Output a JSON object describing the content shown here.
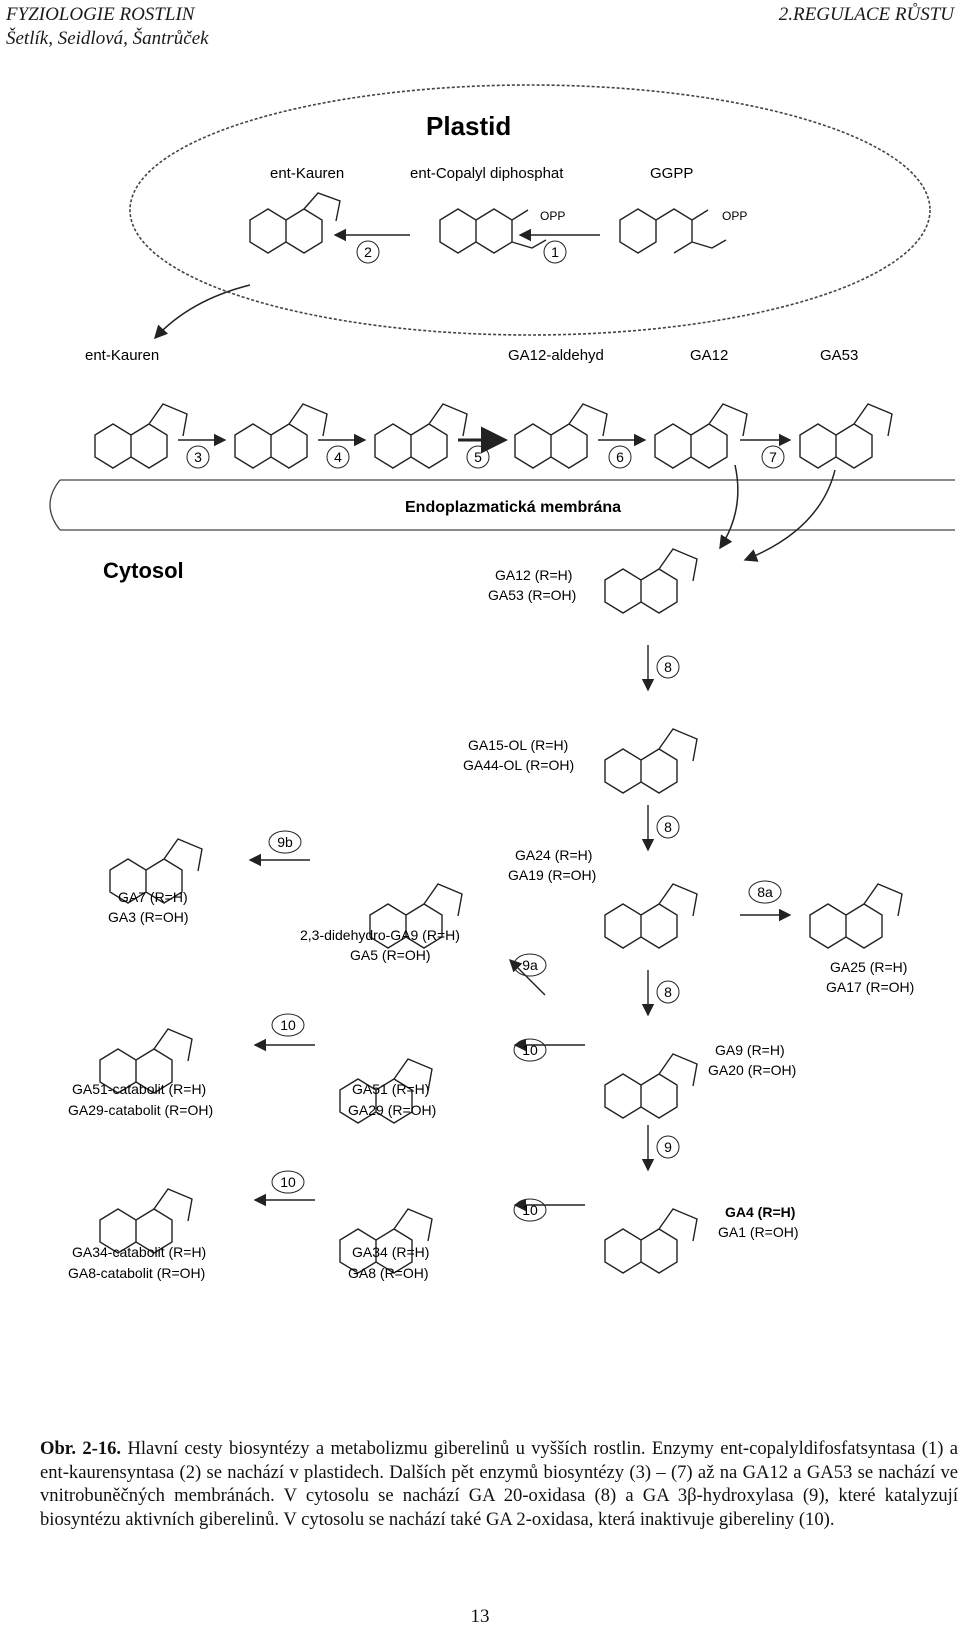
{
  "header": {
    "left_line1": "FYZIOLOGIE ROSTLIN",
    "left_line2": "Šetlík, Seidlová, Šantrůček",
    "right": "2.REGULACE RŮSTU"
  },
  "figure": {
    "plastid_label": "Plastid",
    "ent_kauren_plastid": "ent-Kauren",
    "ent_copalyl": "ent-Copalyl diphosphat",
    "ggpp": "GGPP",
    "opp": "OPP",
    "ent_kauren": "ent-Kauren",
    "ga12_aldehyd": "GA12-aldehyd",
    "ga12": "GA12",
    "ga53": "GA53",
    "membrane_label": "Endoplazmatická membrána",
    "cytosol_label": "Cytosol",
    "enzymes": [
      "1",
      "2",
      "3",
      "4",
      "5",
      "6",
      "7",
      "8",
      "8",
      "8",
      "8a",
      "9",
      "9a",
      "9b",
      "10",
      "10",
      "10",
      "10"
    ],
    "labels": {
      "ga12_r_h": "GA12 (R=H)",
      "ga53_r_oh": "GA53 (R=OH)",
      "ga15_ol": "GA15-OL (R=H)",
      "ga44_ol": "GA44-OL (R=OH)",
      "ga24": "GA24 (R=H)",
      "ga19": "GA19 (R=OH)",
      "ga25": "GA25 (R=H)",
      "ga17": "GA17 (R=OH)",
      "ga9": "GA9 (R=H)",
      "ga20": "GA20 (R=OH)",
      "ga4": "GA4 (R=H)",
      "ga1": "GA1 (R=OH)",
      "ga7": "GA7 (R=H)",
      "ga3": "GA3 (R=OH)",
      "didehydro": "2,3-didehydro-GA9 (R=H)",
      "ga5": "GA5 (R=OH)",
      "ga51_cat": "GA51-catabolit (R=H)",
      "ga29_cat": "GA29-catabolit (R=OH)",
      "ga51": "GA51 (R=H)",
      "ga29": "GA29 (R=OH)",
      "ga34_cat": "GA34-catabolit (R=H)",
      "ga8_cat": "GA8-catabolit (R=OH)",
      "ga34": "GA34 (R=H)",
      "ga8": "GA8 (R=OH)"
    }
  },
  "caption": {
    "lead": "Obr. 2-16.",
    "text": "Hlavní cesty biosyntézy a metabolizmu giberelinů u vyšších rostlin. Enzymy ent-copalyldifosfatsyntasa (1) a ent-kaurensyntasa (2) se nachází v plastidech. Dalších pět enzymů biosyntézy (3) – (7) až na GA12 a GA53 se nachází ve vnitrobuněčných membránách. V cytosolu se nachází GA 20-oxidasa (8) a GA 3β-hydroxylasa (9), které katalyzují biosyntézu aktivních giberelinů. V cytosolu se nachází také GA 2-oxidasa, která inaktivuje gibereliny (10)."
  },
  "page_number": "13"
}
